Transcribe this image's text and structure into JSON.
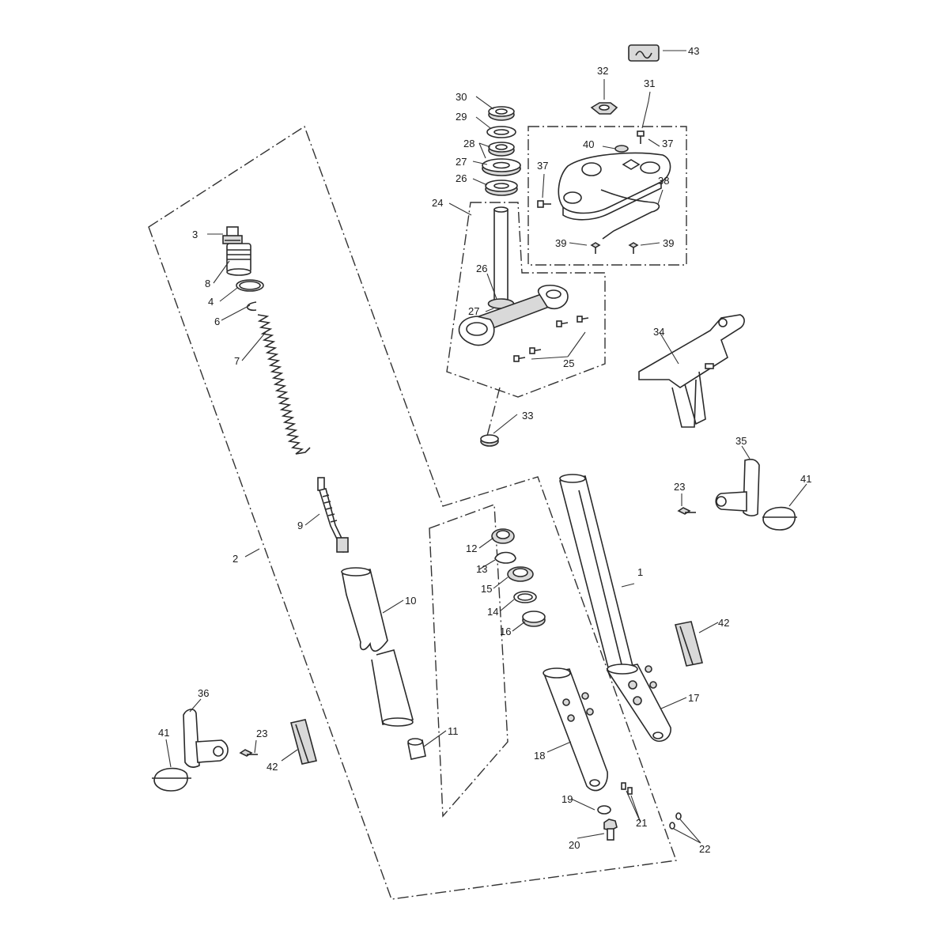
{
  "labels": {
    "l1": "1",
    "l2": "2",
    "l3": "3",
    "l4": "4",
    "l6": "6",
    "l7": "7",
    "l8": "8",
    "l9": "9",
    "l10": "10",
    "l11": "11",
    "l12": "12",
    "l13": "13",
    "l14": "14",
    "l15": "15",
    "l16": "16",
    "l17": "17",
    "l18": "18",
    "l19": "19",
    "l20": "20",
    "l21": "21",
    "l22": "22",
    "l23a": "23",
    "l23b": "23",
    "l24": "24",
    "l25": "25",
    "l26a": "26",
    "l26b": "26",
    "l27a": "27",
    "l27b": "27",
    "l28": "28",
    "l29": "29",
    "l30": "30",
    "l31": "31",
    "l32": "32",
    "l33": "33",
    "l34": "34",
    "l35": "35",
    "l36": "36",
    "l37a": "37",
    "l37b": "37",
    "l38": "38",
    "l39a": "39",
    "l39b": "39",
    "l40": "40",
    "l41a": "41",
    "l41b": "41",
    "l42a": "42",
    "l42b": "42",
    "l43": "43"
  }
}
